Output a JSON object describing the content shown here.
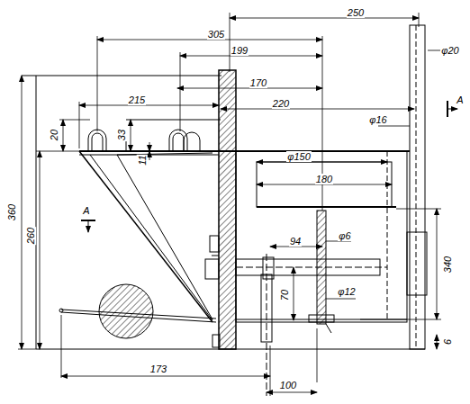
{
  "diagram": {
    "labels": [
      "250",
      "305",
      "199",
      "φ20",
      "170",
      "A",
      "215",
      "220",
      "φ16",
      "20",
      "33",
      "11",
      "360",
      "260",
      "φ150",
      "180",
      "A",
      "94",
      "φ6",
      "340",
      "70",
      "φ12",
      "6",
      "173",
      "100"
    ]
  }
}
